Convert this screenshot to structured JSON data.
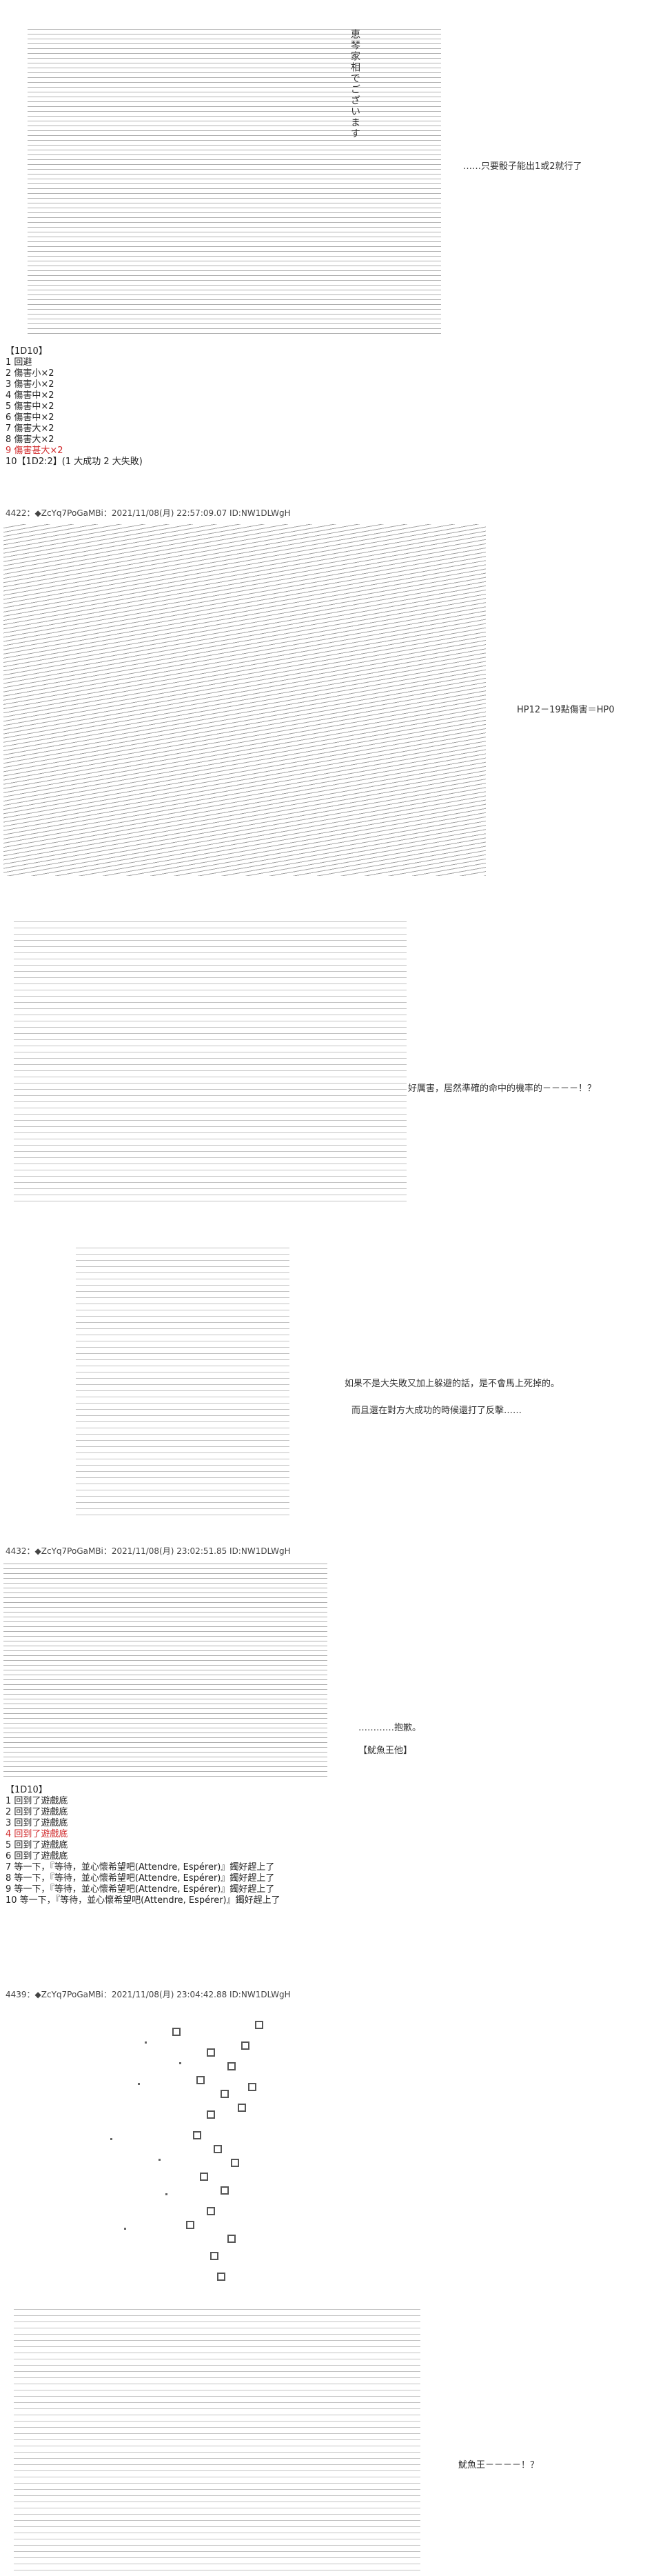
{
  "panel1": {
    "vertical_text": "恵琴家相でございます",
    "dialog": "……只要骰子能出1或2就行了",
    "roll_header": "【1D10】",
    "rolls": [
      {
        "text": "1 回避",
        "highlight": false
      },
      {
        "text": "2 傷害小×2",
        "highlight": false
      },
      {
        "text": "3 傷害小×2",
        "highlight": false
      },
      {
        "text": "4 傷害中×2",
        "highlight": false
      },
      {
        "text": "5 傷害中×2",
        "highlight": false
      },
      {
        "text": "6 傷害中×2",
        "highlight": false
      },
      {
        "text": "7 傷害大×2",
        "highlight": false
      },
      {
        "text": "8 傷害大×2",
        "highlight": false
      },
      {
        "text": "9 傷害甚大×2",
        "highlight": true
      },
      {
        "text": "10【1D2:2】(1 大成功 2 大失敗)",
        "highlight": false
      }
    ]
  },
  "post1": {
    "header": "4422：◆ZcYq7PoGaMBi：2021/11/08(月) 22:57:09.07 ID:NW1DLWgH"
  },
  "panel2": {
    "dialog": "HP12－19點傷害＝HP0"
  },
  "panel3": {
    "dialog": "好厲害，居然準確的命中的機率的－－－－！？"
  },
  "panel4": {
    "dialog1": "如果不是大失敗又加上躲避的話，是不會馬上死掉的。",
    "dialog2": "而且還在對方大成功的時候還打了反擊……"
  },
  "post2": {
    "header": "4432：◆ZcYq7PoGaMBi：2021/11/08(月) 23:02:51.85 ID:NW1DLWgH"
  },
  "panel5": {
    "dialog1": "…………抱歉。",
    "dialog2": "【魷魚王他】",
    "roll_header": "【1D10】",
    "rolls": [
      {
        "text": "1 回到了遊戲底",
        "highlight": false
      },
      {
        "text": "2 回到了遊戲底",
        "highlight": false
      },
      {
        "text": "3 回到了遊戲底",
        "highlight": false
      },
      {
        "text": "4 回到了遊戲底",
        "highlight": true
      },
      {
        "text": "5 回到了遊戲底",
        "highlight": false
      },
      {
        "text": "6 回到了遊戲底",
        "highlight": false
      },
      {
        "text": "7 等一下，『等待，並心懷希望吧(Attendre, Espérer)』鐲好趕上了",
        "highlight": false
      },
      {
        "text": "8 等一下，『等待，並心懷希望吧(Attendre, Espérer)』鐲好趕上了",
        "highlight": false
      },
      {
        "text": "9 等一下，『等待，並心懷希望吧(Attendre, Espérer)』鐲好趕上了",
        "highlight": false
      },
      {
        "text": "10 等一下，『等待，並心懷希望吧(Attendre, Espérer)』鐲好趕上了",
        "highlight": false
      }
    ]
  },
  "post3": {
    "header": "4439：◆ZcYq7PoGaMBi：2021/11/08(月) 23:04:42.88 ID:NW1DLWgH"
  },
  "panel7": {
    "dialog": "魷魚王－－－－！？"
  }
}
